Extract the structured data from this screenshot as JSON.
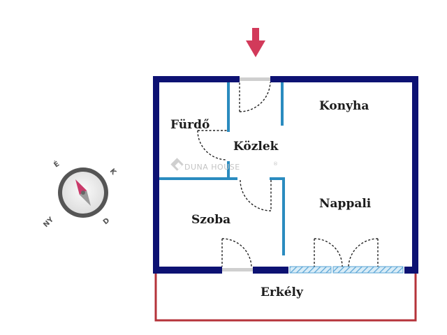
{
  "rooms": {
    "furdo": "Fürdő",
    "kozlek": "Közlek",
    "konyha": "Konyha",
    "nappali": "Nappali",
    "szoba": "Szoba",
    "erkely": "Erkély"
  },
  "watermark": {
    "text": "DUNA HOUSE",
    "mark": "®"
  },
  "compass": {
    "north": "É",
    "east": "K",
    "south": "D",
    "west": "NY"
  },
  "entrance_marker": {
    "icon": "arrow-down-icon",
    "color": "#d23a5a"
  },
  "colors": {
    "exterior_wall": "#0d1273",
    "interior_wall": "#2a8bbf",
    "balcony_outline": "#b5333a",
    "door_swing": "#222222",
    "window_fill": "#8fc5e6"
  }
}
